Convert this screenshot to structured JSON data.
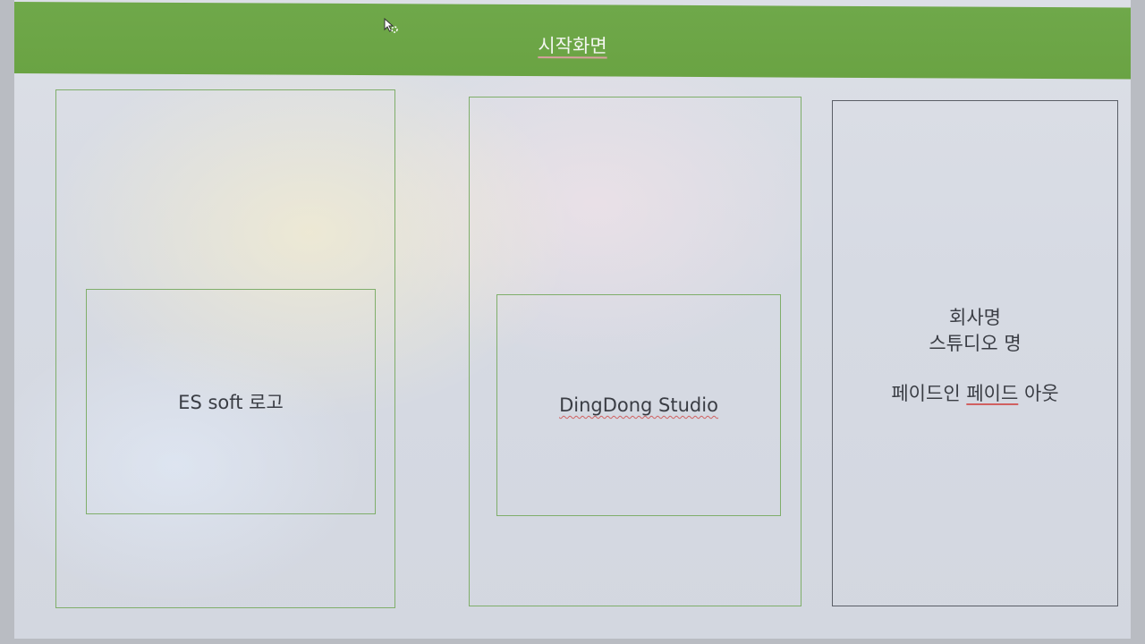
{
  "header": {
    "title": "시작화면"
  },
  "panels": {
    "logo_panel": {
      "inner_label": "ES soft 로고"
    },
    "studio_panel": {
      "inner_label": "DingDong Studio"
    },
    "info_panel": {
      "line1": "회사명",
      "line2": "스튜디오 명",
      "line3_prefix": "페이드인 ",
      "line3_underlined": "페이드",
      "line3_suffix": " 아웃"
    }
  },
  "colors": {
    "header_green": "#6aa343",
    "panel_border": "#7fae6a",
    "background": "#d6dae3"
  },
  "icons": {
    "cursor": "busy-pointer-icon"
  }
}
